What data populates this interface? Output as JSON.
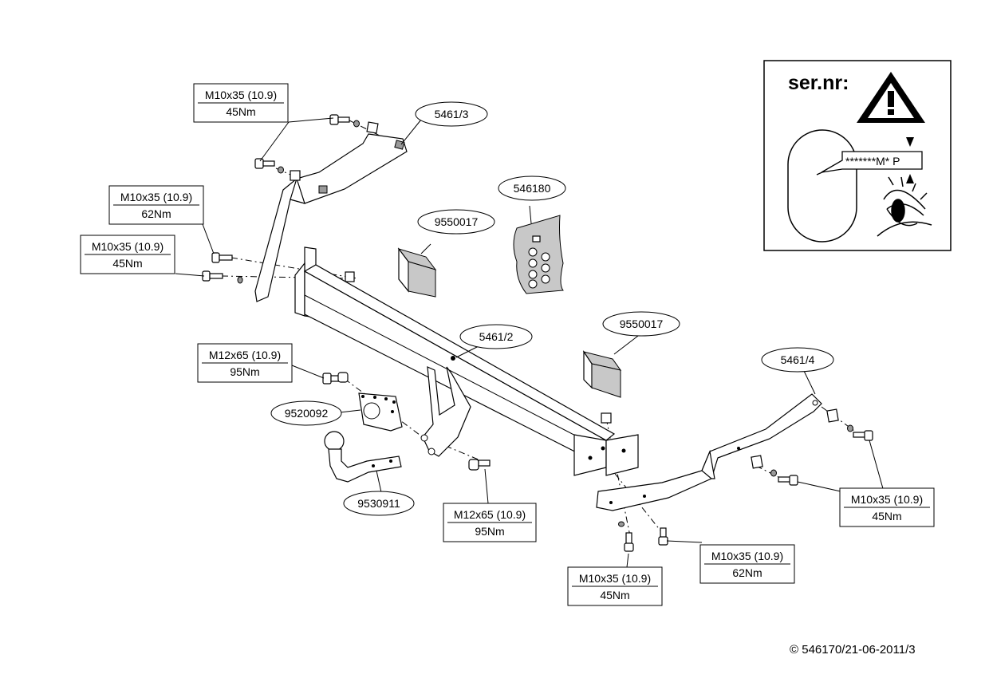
{
  "serial_panel": {
    "title": "ser.nr:",
    "plate_text": "*******M* P",
    "icons": [
      "warning-triangle-icon",
      "eye-icon"
    ]
  },
  "part_labels": {
    "left_bracket": "5461/3",
    "crossbar": "5461/2",
    "right_bracket": "5461/4",
    "electrics_block_left": "9550017",
    "electrics_block_right": "9550017",
    "bolt_bag": "546180",
    "ball_plate": "9520092",
    "tow_ball": "9530911"
  },
  "bolt_specs": [
    {
      "id": "top-left",
      "size": "M10x35 (10.9)",
      "torque": "45Nm"
    },
    {
      "id": "left-upper",
      "size": "M10x35 (10.9)",
      "torque": "62Nm"
    },
    {
      "id": "left-lower",
      "size": "M10x35 (10.9)",
      "torque": "45Nm"
    },
    {
      "id": "ball-upper",
      "size": "M12x65 (10.9)",
      "torque": "95Nm"
    },
    {
      "id": "ball-lower",
      "size": "M12x65 (10.9)",
      "torque": "95Nm"
    },
    {
      "id": "right-side",
      "size": "M10x35 (10.9)",
      "torque": "45Nm"
    },
    {
      "id": "right-bottom-62",
      "size": "M10x35 (10.9)",
      "torque": "62Nm"
    },
    {
      "id": "right-bottom-45",
      "size": "M10x35 (10.9)",
      "torque": "45Nm"
    }
  ],
  "copyright": {
    "symbol": "©",
    "text": "546170/21-06-2011/3"
  }
}
